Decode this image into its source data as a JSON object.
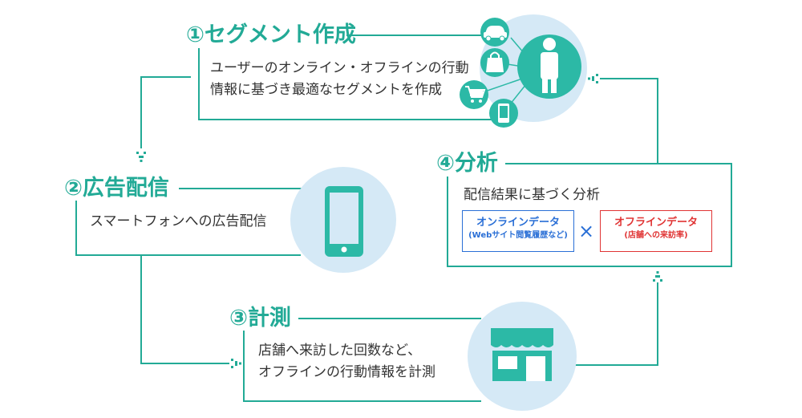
{
  "colors": {
    "teal": "#22aa96",
    "icon_fill": "#2cb9a6",
    "circle_bg": "#d5e9f6",
    "blue": "#2a6fd6",
    "red": "#e03434",
    "text": "#333333"
  },
  "steps": {
    "segment": {
      "title": "①セグメント作成",
      "lines": [
        "ユーザーのオンライン・オフラインの行動",
        "情報に基づき最適なセグメントを作成"
      ],
      "icons": [
        "person-icon",
        "car-icon",
        "shopping-bag-icon",
        "cart-icon",
        "smartphone-icon"
      ]
    },
    "ad": {
      "title": "②広告配信",
      "text": "スマートフォンへの広告配信",
      "icon": "smartphone-icon"
    },
    "measure": {
      "title": "③計測",
      "lines": [
        "店舗へ来訪した回数など、",
        "オフラインの行動情報を計測"
      ],
      "icon": "store-icon"
    },
    "analysis": {
      "title": "④分析",
      "text": "配信結果に基づく分析",
      "online_box": {
        "title": "オンラインデータ",
        "sub": "(Webサイト閲覧履歴など)"
      },
      "cross": "×",
      "offline_box": {
        "title": "オフラインデータ",
        "sub": "(店舗への来訪率)"
      }
    }
  }
}
